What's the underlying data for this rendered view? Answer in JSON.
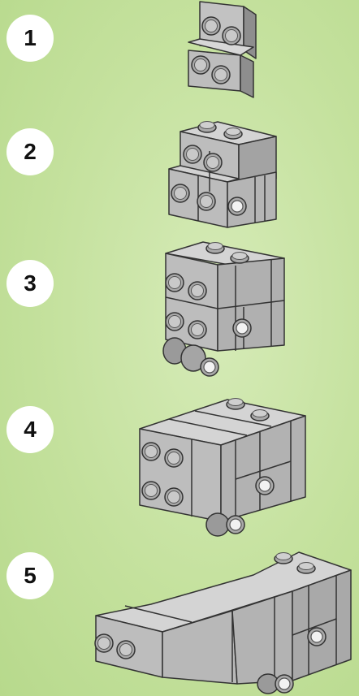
{
  "steps": [
    {
      "number": "1"
    },
    {
      "number": "2"
    },
    {
      "number": "3"
    },
    {
      "number": "4"
    },
    {
      "number": "5"
    }
  ],
  "colors": {
    "background": "#c4e19d",
    "badge": "#ffffff",
    "brick_front": "#b9b9b9",
    "brick_top": "#d3d3d3",
    "brick_side": "#8e8e8e",
    "outline": "#333333"
  }
}
